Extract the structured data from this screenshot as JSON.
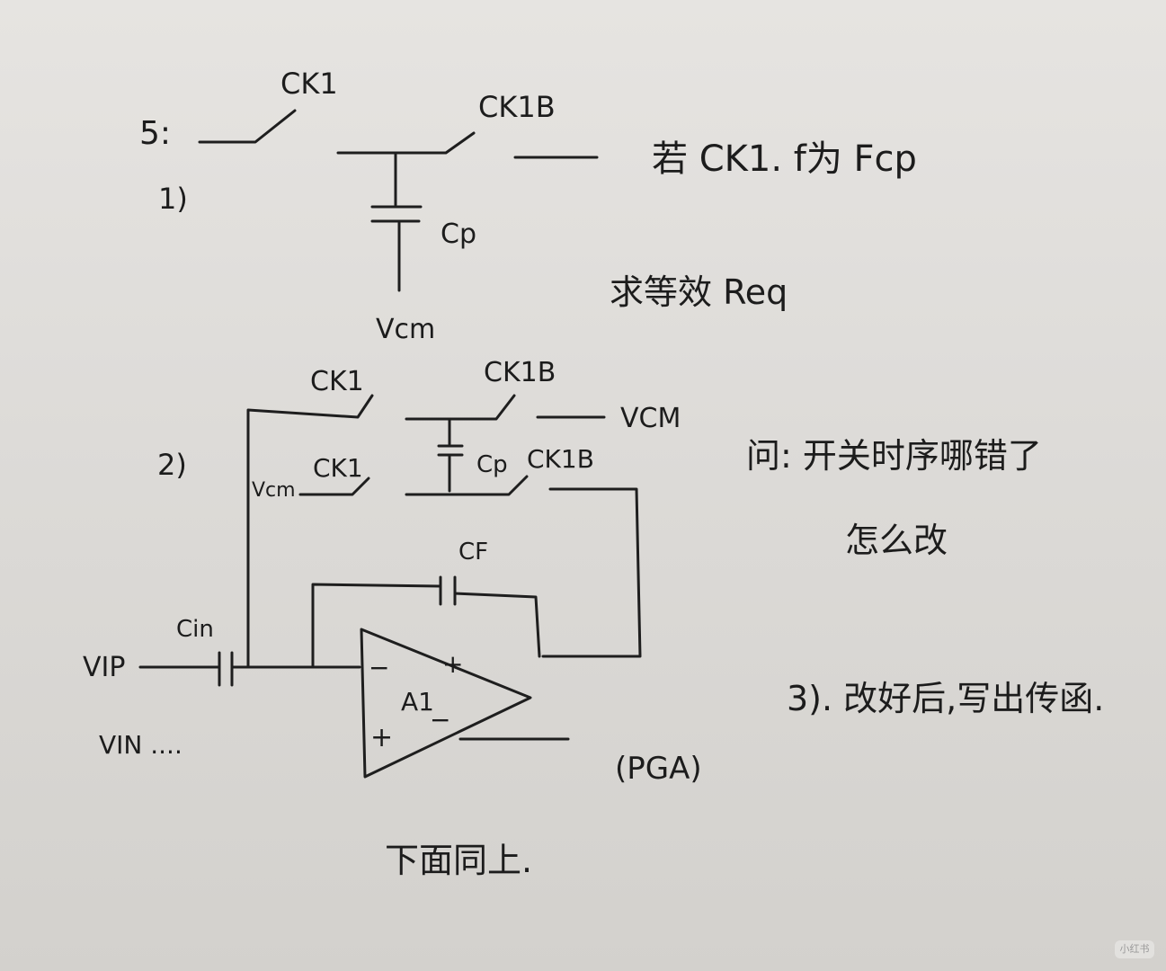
{
  "problem": {
    "number": "5:",
    "part1": {
      "index": "1)",
      "switch_left": "CK1",
      "switch_right": "CK1B",
      "capacitor": "Cp",
      "bottom_node": "Vcm",
      "condition": "若 CK1. f为 Fcp",
      "question": "求等效 Req"
    },
    "part2": {
      "index": "2)",
      "switch_top_left": "CK1",
      "switch_top_right": "CK1B",
      "top_right_node": "VCM",
      "left_node": "Vcm",
      "switch_bottom_left": "CK1",
      "cap_p": "Cp",
      "switch_bottom_right": "CK1B",
      "cap_f": "CF",
      "cap_in": "Cin",
      "input_p": "VIP",
      "input_n": "VIN ....",
      "opamp": "A1",
      "opamp_minus_in": "−",
      "opamp_plus_in": "+",
      "opamp_out_plus": "+",
      "opamp_out_minus": "−",
      "circuit_name": "(PGA)",
      "question_a": "问: 开关时序哪错了",
      "question_b": "怎么改",
      "note_below": "下面同上."
    },
    "part3": {
      "text": "3). 改好后,写出传函."
    }
  },
  "watermark": "小红书"
}
